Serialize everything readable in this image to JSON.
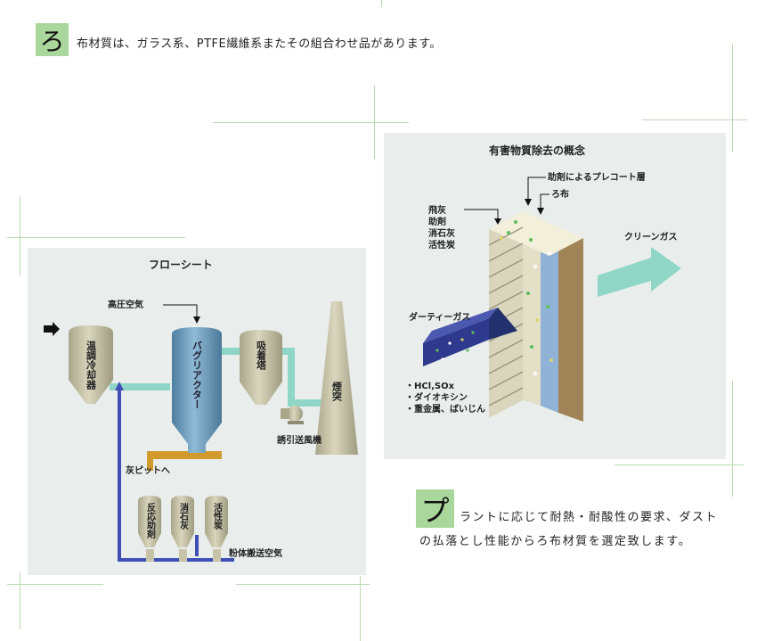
{
  "intro": {
    "initial": "ろ",
    "text": "布材質は、ガラス系、PTFE繊維系またその組合わせ品があります。"
  },
  "flow": {
    "title": "フローシート",
    "compressed_air": "高圧空気",
    "cooler": "温調冷却器",
    "reactor": "バグリアクター",
    "adsorber": "吸着塔",
    "chimney": "煙突",
    "fan": "誘引送風機",
    "ash_pit": "灰ピットへ",
    "silo_1": "反応助剤",
    "silo_2": "消石灰",
    "silo_3": "活性炭",
    "transport_air": "粉体搬送空気"
  },
  "concept": {
    "title": "有害物質除去の概念",
    "precoat": "助剤によるプレコート層",
    "cloth": "ろ布",
    "particles": [
      "飛灰",
      "助剤",
      "消石灰",
      "活性炭"
    ],
    "clean_gas": "クリーンガス",
    "dirty_gas": "ダーティーガス",
    "pollutants": [
      "・HCl,SOx",
      "・ダイオキシン",
      "・重金属、ばいじん"
    ]
  },
  "plant": {
    "initial": "プ",
    "line1": "ラントに応じて耐熱・耐酸性の要求、ダスト",
    "line2": "の払落とし性能からろ布材質を選定致します。"
  },
  "colors": {
    "accent": "#a9d79c",
    "guide": "#b9d9b2",
    "panel_bg": "#e9eeec",
    "vessel": "#c6c3a8",
    "reactor": "#6f9fbf",
    "duct": "#8fd6c6",
    "ash_duct": "#d19a2c",
    "air_line": "#3f4fb4"
  }
}
